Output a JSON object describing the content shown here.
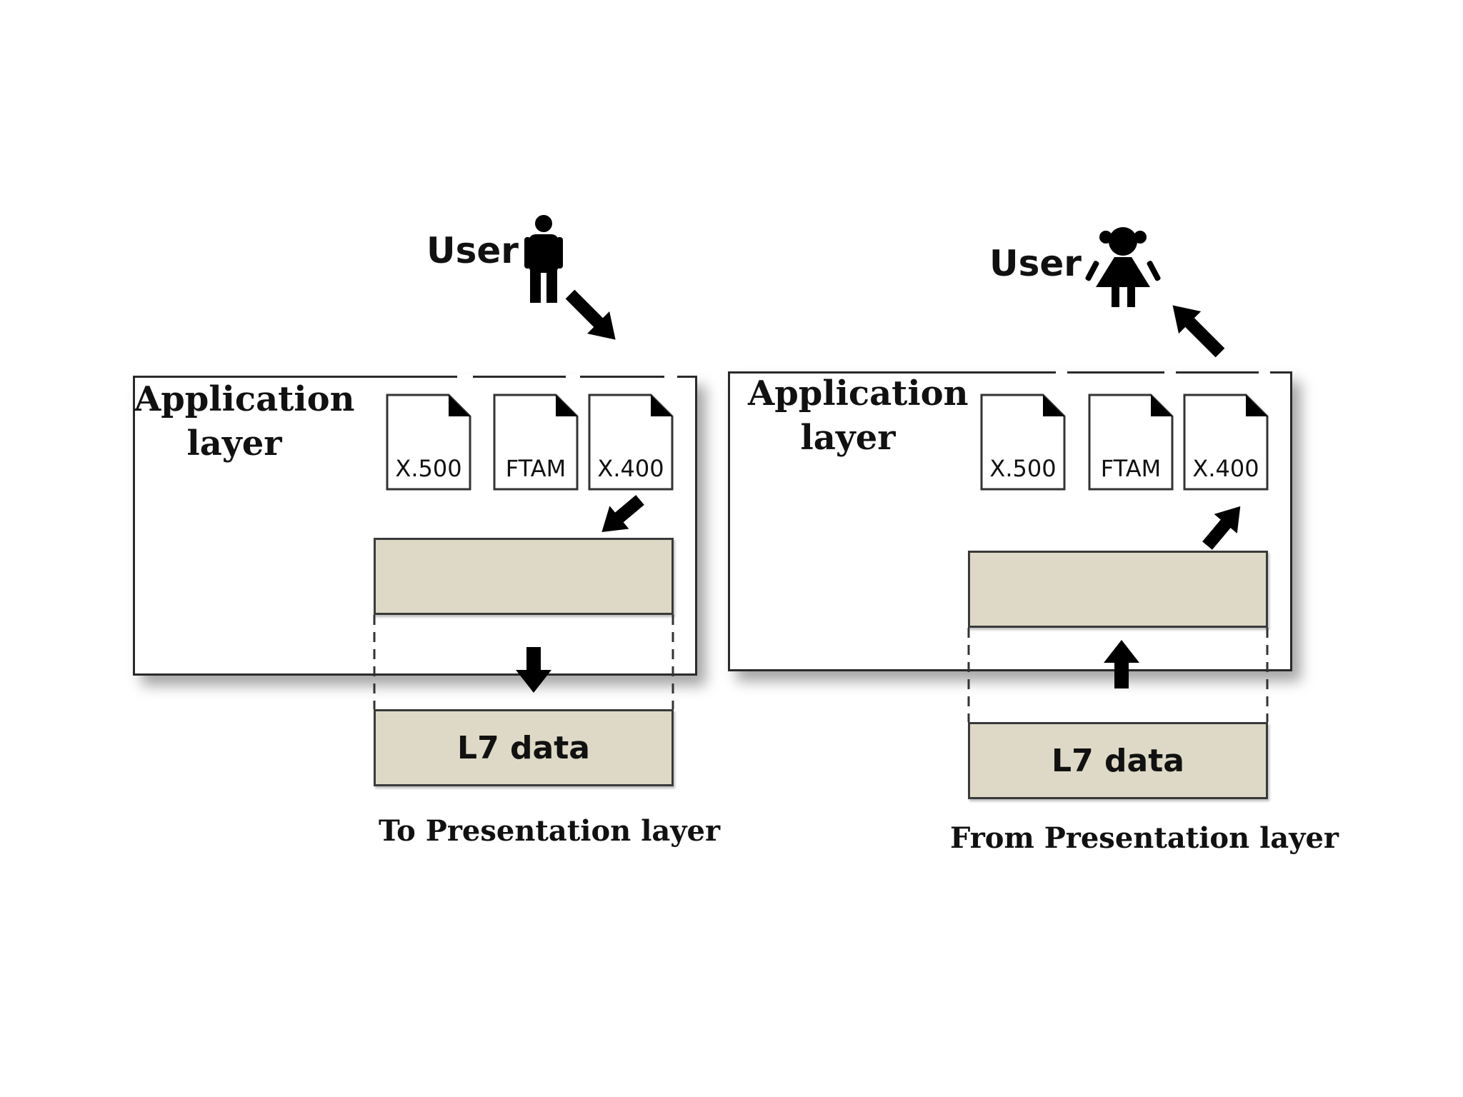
{
  "left_panel": {
    "user_label": "User",
    "box_title": "Application\nlayer",
    "protocols": [
      "X.500",
      "FTAM",
      "X.400"
    ],
    "data_label": "L7 data",
    "caption": "To Presentation layer"
  },
  "right_panel": {
    "user_label": "User",
    "box_title": "Application\nlayer",
    "protocols": [
      "X.500",
      "FTAM",
      "X.400"
    ],
    "data_label": "L7 data",
    "caption": "From Presentation layer"
  },
  "colors": {
    "data_block_fill": "#ddd9c6",
    "border": "#2a2a2a",
    "arrow": "#000000"
  },
  "icons": {
    "left_user": "male-user-icon",
    "right_user": "female-user-icon",
    "protocol_doc": "document-icon"
  }
}
